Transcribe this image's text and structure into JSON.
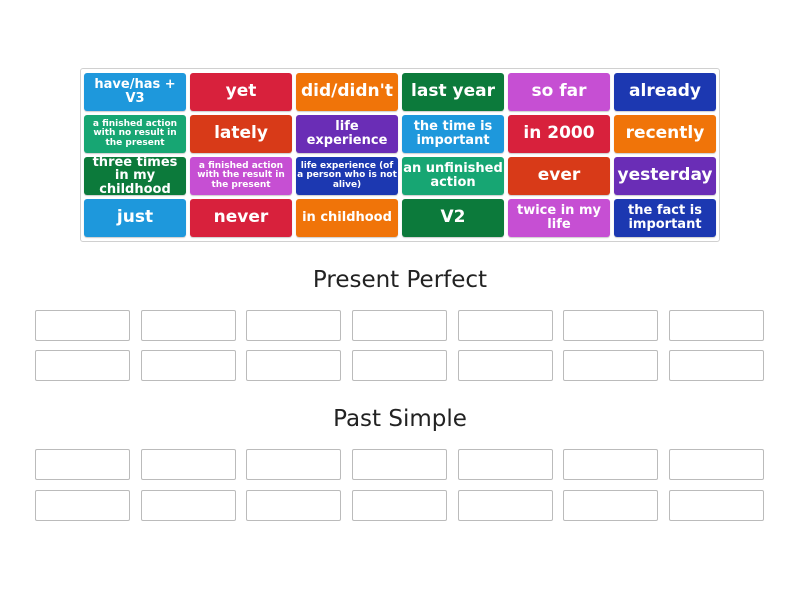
{
  "colors": {
    "blue": "#1e98dc",
    "red": "#d8213c",
    "orange": "#f07409",
    "darkgreen": "#0c7a3b",
    "magenta": "#c64fd3",
    "darkblue": "#1c38b1",
    "teal": "#17a673",
    "redorange": "#d83a18",
    "purple": "#6a2db6"
  },
  "tiles": [
    {
      "label": "have/has + V3",
      "color": "blue",
      "size": "m"
    },
    {
      "label": "yet",
      "color": "red",
      "size": "s"
    },
    {
      "label": "did/didn't",
      "color": "orange",
      "size": "s"
    },
    {
      "label": "last year",
      "color": "darkgreen",
      "size": "s"
    },
    {
      "label": "so far",
      "color": "magenta",
      "size": "s"
    },
    {
      "label": "already",
      "color": "darkblue",
      "size": "s"
    },
    {
      "label": "a finished action with no result in the present",
      "color": "teal",
      "size": "xs"
    },
    {
      "label": "lately",
      "color": "redorange",
      "size": "s"
    },
    {
      "label": "life experience",
      "color": "purple",
      "size": "m"
    },
    {
      "label": "the time is important",
      "color": "blue",
      "size": "m"
    },
    {
      "label": "in 2000",
      "color": "red",
      "size": "s"
    },
    {
      "label": "recently",
      "color": "orange",
      "size": "s"
    },
    {
      "label": "three times in my childhood",
      "color": "darkgreen",
      "size": "m"
    },
    {
      "label": "a finished action with the result in the present",
      "color": "magenta",
      "size": "xs"
    },
    {
      "label": "life experience (of a person who is not alive)",
      "color": "darkblue",
      "size": "xs"
    },
    {
      "label": "an unfinished action",
      "color": "teal",
      "size": "m"
    },
    {
      "label": "ever",
      "color": "redorange",
      "size": "s"
    },
    {
      "label": "yesterday",
      "color": "purple",
      "size": "s"
    },
    {
      "label": "just",
      "color": "blue",
      "size": "s"
    },
    {
      "label": "never",
      "color": "red",
      "size": "s"
    },
    {
      "label": "in childhood",
      "color": "orange",
      "size": "m"
    },
    {
      "label": "V2",
      "color": "darkgreen",
      "size": "s"
    },
    {
      "label": "twice in my life",
      "color": "magenta",
      "size": "m"
    },
    {
      "label": "the fact is important",
      "color": "darkblue",
      "size": "m"
    }
  ],
  "groups": [
    {
      "title": "Present Perfect"
    },
    {
      "title": "Past Simple"
    }
  ]
}
